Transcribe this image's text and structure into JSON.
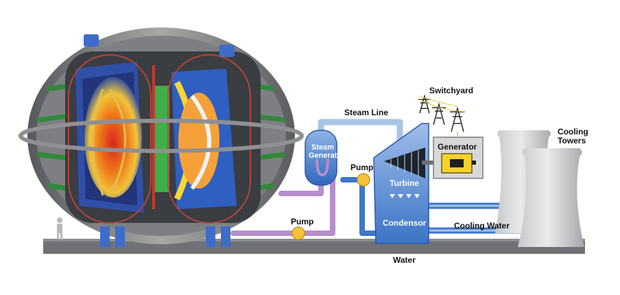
{
  "labels": {
    "switchyard": "Switchyard",
    "steam_line": "Steam Line",
    "cooling": "Cooling",
    "towers": "Towers",
    "steam": "Steam",
    "generator_small": "Generator",
    "pump_top": "Pump",
    "generator": "Generator",
    "turbine": "Turbine",
    "pump_bottom": "Pump",
    "condensor": "Condensor",
    "cooling_water": "Cooling Water",
    "water": "Water"
  },
  "colors": {
    "steam_pipe": "#a9c4e6",
    "hot_loop": "#b58fc9",
    "cold_loop": "#3f78c8",
    "pump": "#f6c23a",
    "floor": "#6f7174",
    "equipment_blue": "#4b86d4",
    "generator_yellow": "#f8d12c"
  }
}
